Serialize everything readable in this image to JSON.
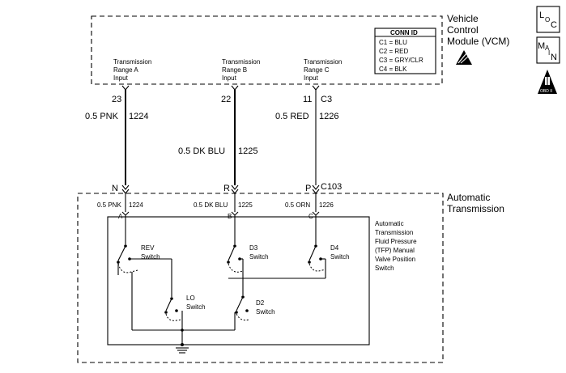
{
  "vcm": {
    "title_line1": "Vehicle",
    "title_line2": "Control",
    "title_line3": "Module (VCM)",
    "inputs": [
      {
        "line1": "Transmission",
        "line2": "Range A",
        "line3": "Input",
        "pin": "23"
      },
      {
        "line1": "Transmission",
        "line2": "Range B",
        "line3": "Input",
        "pin": "22"
      },
      {
        "line1": "Transmission",
        "line2": "Range C",
        "line3": "Input",
        "pin": "11"
      }
    ],
    "connector": "C3"
  },
  "conn_id": {
    "title": "CONN ID",
    "rows": [
      "C1 = BLU",
      "C2 = RED",
      "C3 = GRY/CLR",
      "C4 = BLK"
    ]
  },
  "wires": [
    {
      "label": "0.5 PNK",
      "circuit": "1224"
    },
    {
      "label": "0.5 DK BLU",
      "circuit": "1225"
    },
    {
      "label": "0.5 RED",
      "circuit": "1226"
    }
  ],
  "connector_c103": {
    "name": "C103",
    "pins": [
      "N",
      "R",
      "P"
    ]
  },
  "transmission": {
    "title_line1": "Automatic",
    "title_line2": "Transmission",
    "inner_wires": [
      {
        "label": "0.5 PNK",
        "circuit": "1224",
        "pin": "A"
      },
      {
        "label": "0.5 DK BLU",
        "circuit": "1225",
        "pin": "B"
      },
      {
        "label": "0.5 ORN",
        "circuit": "1226",
        "pin": "C"
      }
    ],
    "tfp_label": [
      "Automatic",
      "Transmission",
      "Fluid Pressure",
      "(TFP) Manual",
      "Valve Position",
      "Switch"
    ],
    "switches": [
      {
        "name": "REV",
        "word": "Switch"
      },
      {
        "name": "D3",
        "word": "Switch"
      },
      {
        "name": "D4",
        "word": "Switch"
      },
      {
        "name": "LO",
        "word": "Switch"
      },
      {
        "name": "D2",
        "word": "Switch"
      }
    ]
  },
  "side_icons": {
    "loc": {
      "l": "L",
      "o": "O",
      "c": "C"
    },
    "main": {
      "m": "M",
      "a": "A",
      "i": "I",
      "n": "N"
    },
    "obd": {
      "text": "OBD II"
    }
  }
}
